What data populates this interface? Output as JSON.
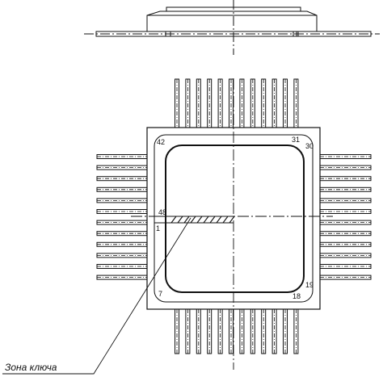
{
  "pin_labels": {
    "p42": "42",
    "p31": "31",
    "p30": "30",
    "p48": "48",
    "p1": "1",
    "p7": "7",
    "p18": "18",
    "p19": "19"
  },
  "callout": {
    "key_zone": "Зона ключа"
  },
  "colors": {
    "line": "#111111",
    "background": "#ffffff"
  },
  "pins_per_side": 12
}
